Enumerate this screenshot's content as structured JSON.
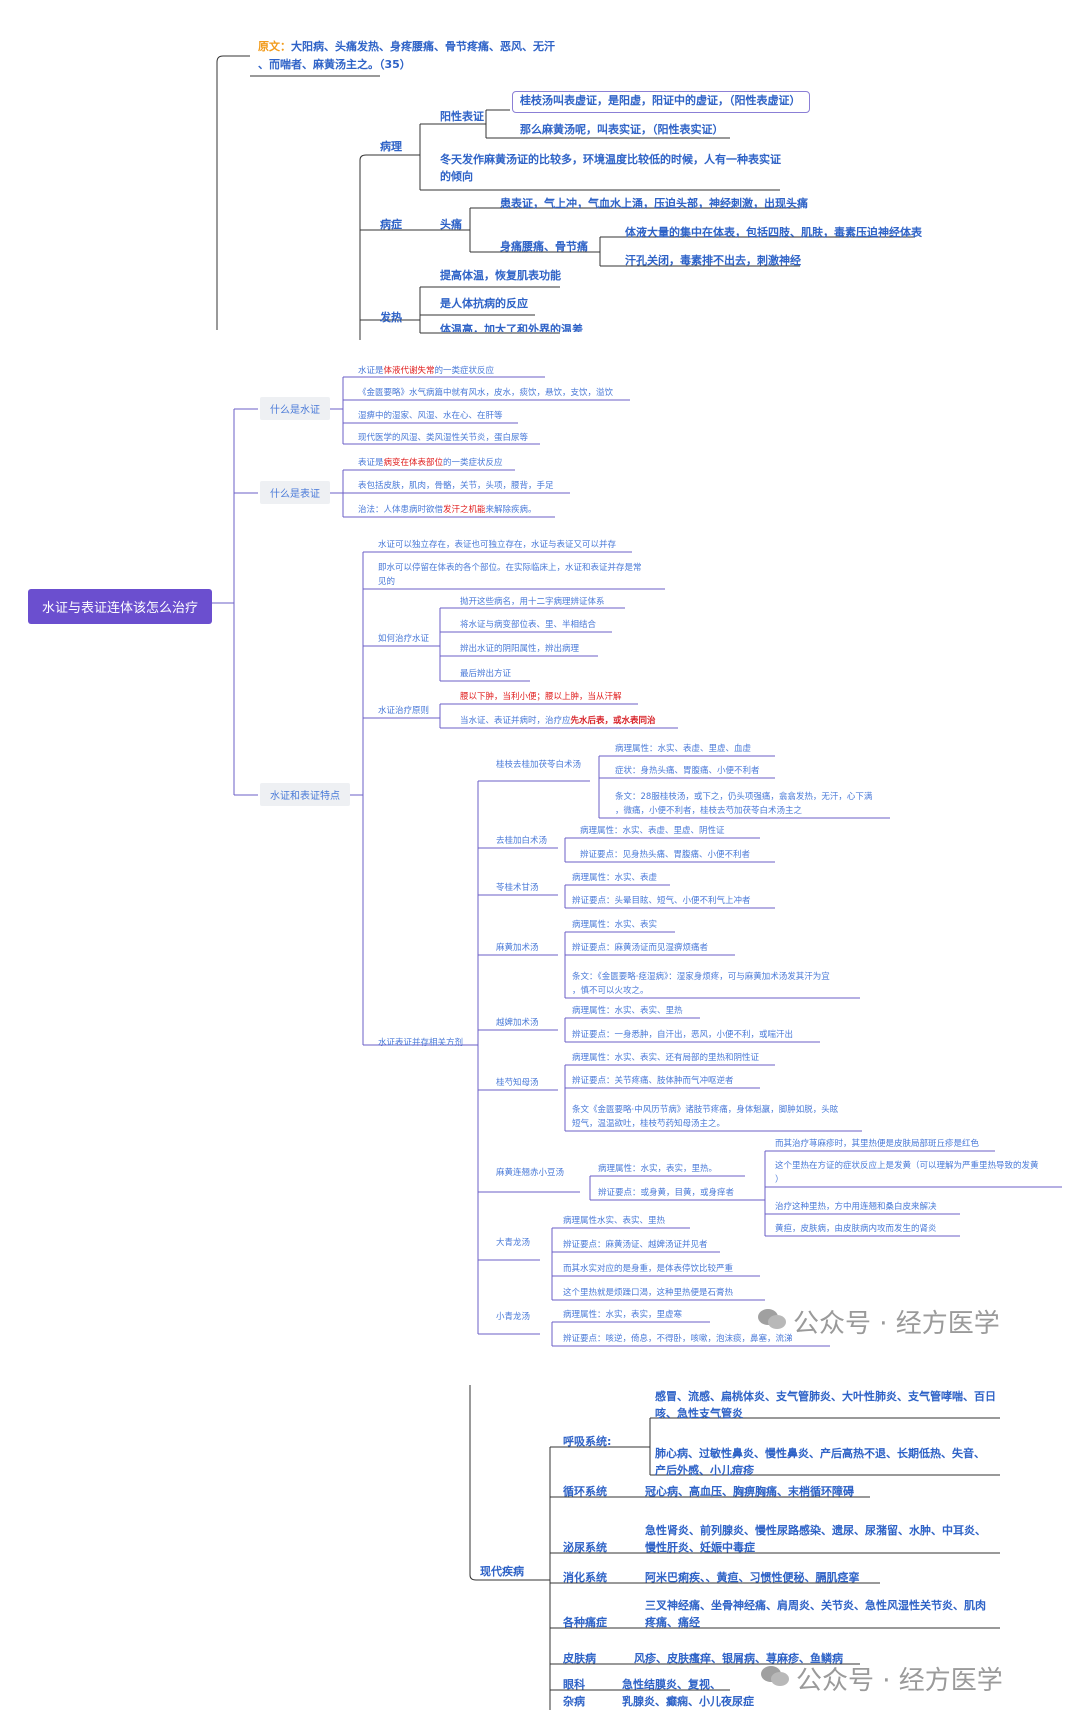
{
  "panel1": {
    "yuanwen_label": "原文：",
    "yuanwen_l1": "大阳病、头痛发热、身疼腰痛、骨节疼痛、恶风、无汗",
    "yuanwen_l2": "、而喘者、麻黄汤主之。（35）",
    "bingli": "病理",
    "yangxing": "阳性表证",
    "gz": "桂枝汤叫表虚证，是阳虚，阳证中的虚证，（阳性表虚证）",
    "mh": "那么麻黄汤呢，叫表实证，（阳性表实证）",
    "dongtian_l1": "冬天发作麻黄汤证的比较多，环境温度比较低的时候，人有一种表实证",
    "dongtian_l2": "的倾向",
    "bingzheng": "病症",
    "toutong": "头痛",
    "tt1": "患表证，气上冲，气血水上涌，压迫头部，神经刺激，出现头痛",
    "shentong": "身痛腰痛、骨节痛",
    "st1": "体液大量的集中在体表，包括四肢、肌肤，毒素压迫神经体表",
    "st2": "汗孔关闭，毒素排不出去，刺激神经",
    "fare": "发热",
    "fr1": "提高体温，恢复肌表功能",
    "fr2": "是人体抗病的反应",
    "fr3": "体温高，加大了和外界的温差"
  },
  "panel2": {
    "root": "水证与表证连体该怎么治疗",
    "cat1": "什么是水证",
    "c1_1a": "水证是",
    "c1_1b": "体液代谢失常",
    "c1_1c": "的一类症状反应",
    "c1_2": "《金匮要略》水气病篇中就有风水，皮水，痰饮，悬饮，支饮，溢饮",
    "c1_3": "湿痹中的湿家、风湿、水在心、在肝等",
    "c1_4": "现代医学的风湿、类风湿性关节炎，蛋白尿等",
    "cat2": "什么是表证",
    "c2_1a": "表证是",
    "c2_1b": "病变在体表部位",
    "c2_1c": "的一类症状反应",
    "c2_2": "表包括皮肤，肌肉，骨骼，关节，头项，腰背，手足",
    "c2_3a": "治法：人体患病时欲借",
    "c2_3b": "发汗之机能",
    "c2_3c": "来解除疾病。",
    "cat3": "水证和表证特点",
    "c3_1": "水证可以独立存在，表证也可独立存在，水证与表证又可以并存",
    "c3_2a": "即水可以停留在体表的各个部位。在实际临床上，水证和表证并存是常",
    "c3_2b": "见的",
    "howto": "如何治疗水证",
    "h1": "抛开这些病名，用十二字病理辨证体系",
    "h2": "将水证与病变部位表、里、半相结合",
    "h3": "辨出水证的阴阳属性，辨出病理",
    "h4": "最后辨出方证",
    "yuanze": "水证治疗原则",
    "y1": "腰以下肿，当利小便；腰以上肿，当从汗解",
    "y2a": "当水证、表证并病时，治疗应",
    "y2b": "先水后表，或水表同治",
    "fangji": "水证表证并存相关方剂",
    "f1": "桂枝去桂加茯苓白术汤",
    "f1_1": "病理属性：水实、表虚、里虚、血虚",
    "f1_2": "症状：身热头痛、胃腹痛、小便不利者",
    "f1_3a": "条文：28服桂枝汤，或下之，仍头项强痛，翕翕发热，无汗，心下满",
    "f1_3b": "，微痛，小便不利者，桂枝去芍加茯苓白术汤主之",
    "f2": "去桂加白术汤",
    "f2_1": "病理属性：水实、表虚、里虚、阴性证",
    "f2_2": "辨证要点：见身热头痛、胃腹痛、小便不利者",
    "f3": "苓桂术甘汤",
    "f3_1": "病理属性：水实、表虚",
    "f3_2": "辨证要点：头晕目眩、短气、小便不利气上冲者",
    "f4": "麻黄加术汤",
    "f4_1": "病理属性：水实、表实",
    "f4_2": "辨证要点：麻黄汤证而见湿痹烦痛者",
    "f4_3a": "条文：《金匮要略·痉湿病》：湿家身烦疼，可与麻黄加术汤发其汗为宜",
    "f4_3b": "，慎不可以火攻之。",
    "f5": "越婢加术汤",
    "f5_1": "病理属性：水实、表实、里热",
    "f5_2": "辨证要点：一身悉肿，自汗出，恶风，小便不利，或喘汗出",
    "f6": "桂芍知母汤",
    "f6_1": "病理属性：水实、表实、还有局部的里热和阴性证",
    "f6_2": "辨证要点：关节疼痛、肢体肿而气冲呕逆者",
    "f6_3a": "条文《金匮要略·中风历节病》诸肢节疼痛，身体魁羸，脚肿如脱，头眩",
    "f6_3b": "短气，温温欲吐，桂枝芍药知母汤主之。",
    "f7": "麻黄连翘赤小豆汤",
    "f7_1": "病理属性：水实，表实，里热。",
    "f7_2": "辨证要点：或身黄，目黄，或身痒者",
    "f7_r1": "而其治疗荨麻疹时，其里热便是皮肤局部斑丘疹是红色",
    "f7_r2a": "这个里热在方证的症状反应上是发黄（可以理解为严重里热导致的发黄",
    "f7_r2b": "）",
    "f7_r3": "治疗这种里热，方中用连翘和桑白皮来解决",
    "f7_r4": "黄疸，皮肤病，由皮肤病内攻而发生的肾炎",
    "f8": "大青龙汤",
    "f8_1": "病理属性水实、表实、里热",
    "f8_2": "辨证要点：麻黄汤证、越婢汤证并见者",
    "f8_3": "而其水实对应的是身重，是体表停饮比较严重",
    "f8_4": "这个里热就是烦躁口渴，这种里热便是石膏热",
    "f9": "小青龙汤",
    "f9_1": "病理属性：水实，表实，里虚寒",
    "f9_2": "辨证要点：咳逆，倚息，不得卧，咳嗽，泡沫痰，鼻塞，流涕"
  },
  "panel3": {
    "xiandai": "现代疾病",
    "hx": "呼吸系统:",
    "hx1a": "感冒、流感、扁桃体炎、支气管肺炎、大叶性肺炎、支气管哮喘、百日",
    "hx1b": "咳、急性支气管炎",
    "hx2a": "肺心病、过敏性鼻炎、慢性鼻炎、产后高热不退、长期低热、失音、",
    "hx2b": "产后外感、小儿痘疹",
    "xh": "循环系统",
    "xh1": "冠心病、高血压、胸痹胸痛、末梢循环障碍",
    "mn": "泌尿系统",
    "mn1a": "急性肾炎、前列腺炎、慢性尿路感染、遗尿、尿潴留、水肿、中耳炎、",
    "mn1b": "慢性肝炎、妊娠中毒症",
    "xhh": "消化系统",
    "xhh1": "阿米巴痢疾、、黄疸、习惯性便秘、膈肌痉挛",
    "tt": "各种痛症",
    "tt1a": "三叉神经痛、坐骨神经痛、肩周炎、关节炎、急性风湿性关节炎、肌肉",
    "tt1b": "疼痛、痛经",
    "pf": "皮肤病",
    "pf1": "风疹、皮肤瘙痒、银屑病、荨麻疹、鱼鳞病",
    "yk": "眼科",
    "yk1": "急性结膜炎、复视、",
    "zb": "杂病",
    "zb1": "乳腺炎、癫痫、小儿夜尿症"
  },
  "watermark": {
    "text": "公众号 · 经方医学"
  },
  "colors": {
    "accent": "#2f63c7",
    "light_text": "#4a7ad8",
    "root_bg": "#6b4fcf",
    "red": "#e02020",
    "orange": "#f29b1a",
    "line_purple": "#6b5fc7",
    "line_dark": "#333333"
  }
}
